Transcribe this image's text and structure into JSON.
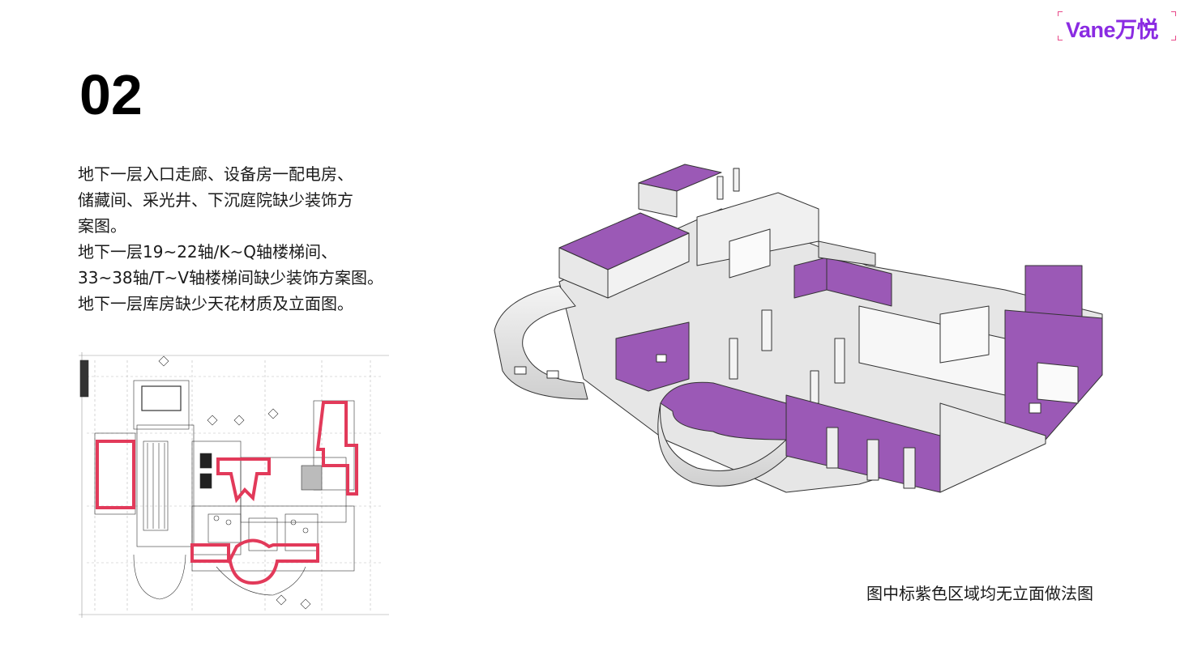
{
  "brand": {
    "logo_text": "Vane万悦",
    "accent_color": "#8a2be2"
  },
  "page": {
    "number": "02"
  },
  "description": {
    "lines": [
      "地下一层入口走廊、设备房一配电房、",
      "储藏间、采光井、下沉庭院缺少装饰方",
      "案图。",
      "地下一层19~22轴/K~Q轴楼梯间、",
      "33~38轴/T~V轴楼梯间缺少装饰方案图。",
      "地下一层库房缺少天花材质及立面图。"
    ]
  },
  "figures": {
    "floor_plan_highlight_color": "#e23a5a",
    "model_highlight_color": "#9b59b6",
    "caption": "图中标紫色区域均无立面做法图"
  }
}
